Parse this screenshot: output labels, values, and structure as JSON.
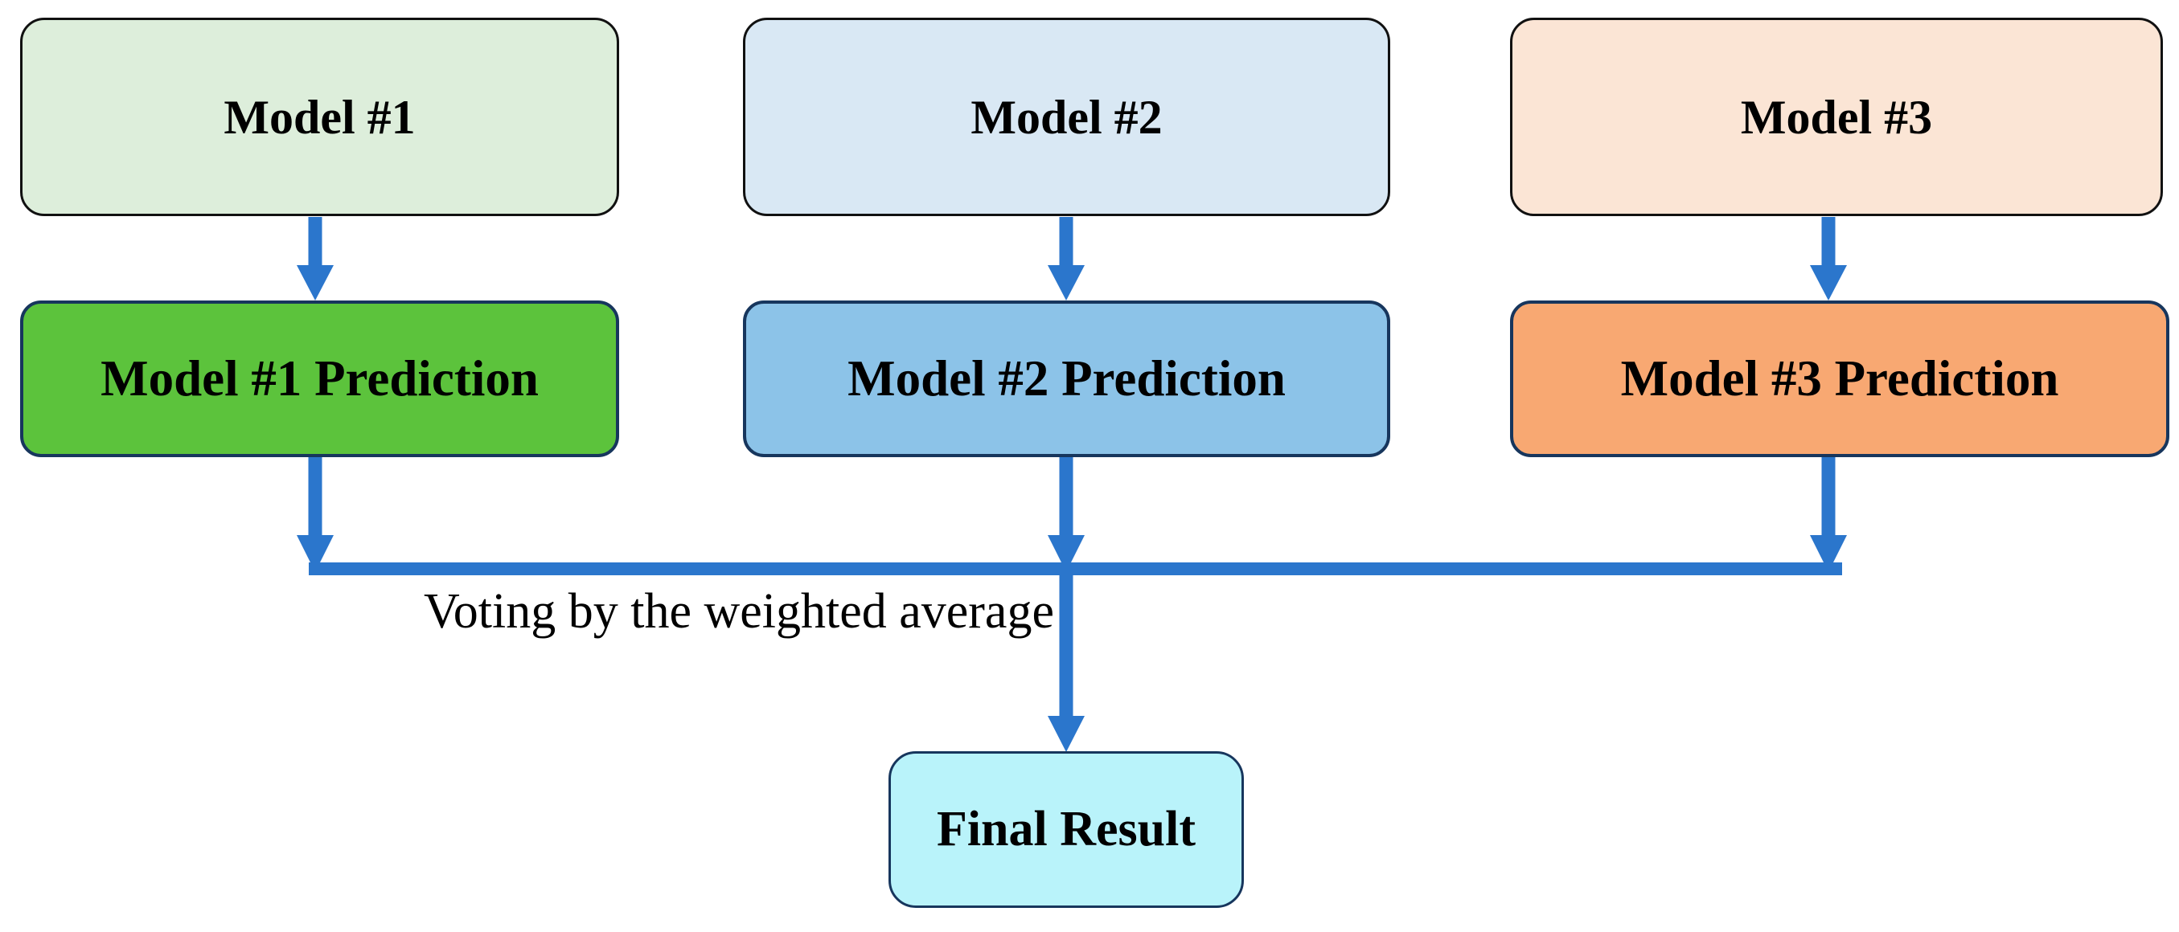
{
  "diagram": {
    "columns": [
      {
        "model": "Model #1",
        "prediction": "Model #1 Prediction"
      },
      {
        "model": "Model #2",
        "prediction": "Model #2 Prediction"
      },
      {
        "model": "Model #3",
        "prediction": "Model #3 Prediction"
      }
    ],
    "final": {
      "label": "Final Result"
    },
    "annotation": "Voting by the weighted average"
  },
  "colors": {
    "background": "#ffffff",
    "text": "#000000",
    "arrow": "#2B76CC",
    "model_border": "#111111",
    "prediction_border": "#17365D",
    "model1_fill": "#DDEEDB",
    "model2_fill": "#D9E8F4",
    "model3_fill": "#FBE5D5",
    "prediction1_fill": "#5CC33C",
    "prediction2_fill": "#8CC3E8",
    "prediction3_fill": "#F8A872",
    "final_fill": "#B9F3FA"
  }
}
